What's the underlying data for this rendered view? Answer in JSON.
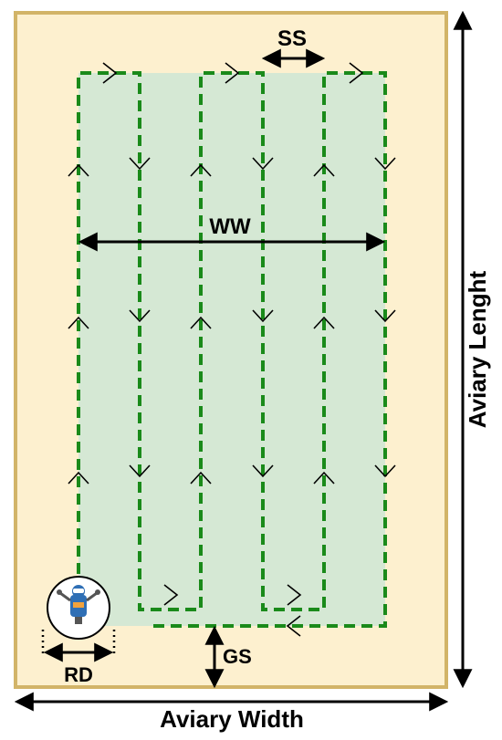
{
  "labels": {
    "aviary_length": "Aviary Lenght",
    "aviary_width": "Aviary Width",
    "ss": "SS",
    "ww": "WW",
    "gs": "GS",
    "rd": "RD"
  },
  "colors": {
    "aviary_fill": "#fdf0cf",
    "aviary_border": "#d2b468",
    "coverage_fill": "#d5e8d4",
    "path_stroke": "#1a8a1a",
    "arrow": "#000000",
    "robot_blue": "#2f6fb5"
  },
  "icons": {
    "robot": "robot-icon"
  }
}
